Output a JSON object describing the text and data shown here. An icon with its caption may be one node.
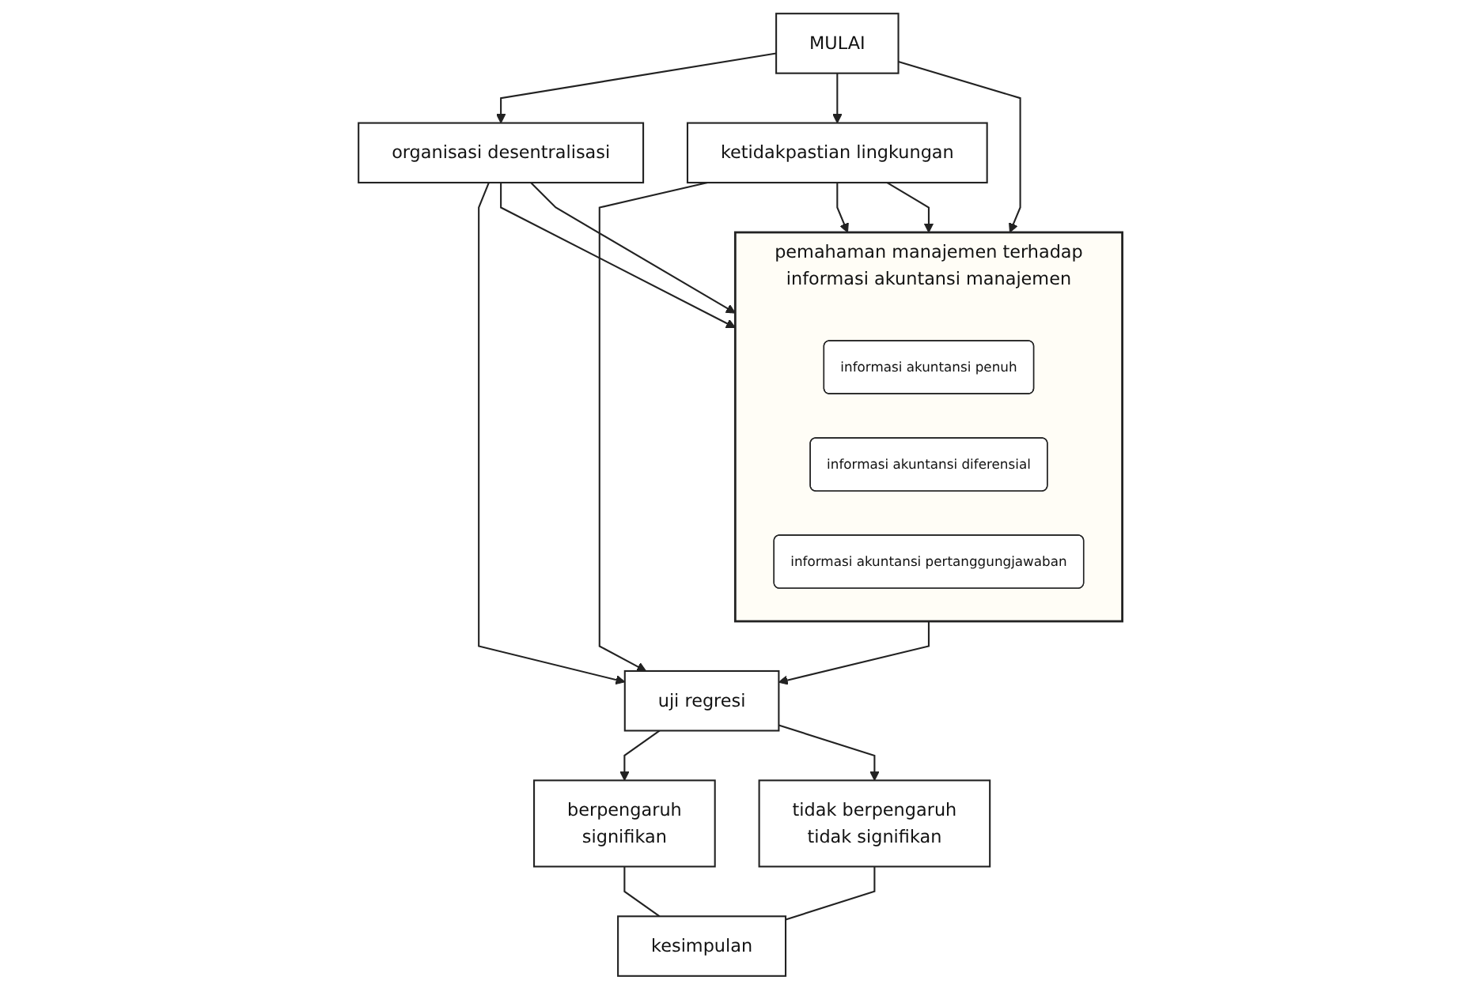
{
  "diagram": {
    "nodes": [
      {
        "text": [
          "MULAI"
        ]
      },
      {
        "text": [
          "organisasi desentralisasi"
        ]
      },
      {
        "text": [
          "ketidakpastian lingkungan"
        ]
      },
      {
        "text": [
          "pemahaman manajemen terhadap informasi akuntansi manajemen"
        ]
      },
      {
        "text": [
          "informasi akuntansi penuh"
        ],
        "in": 3
      },
      {
        "text": [
          "informasi akuntansi diferensial"
        ],
        "in": 3
      },
      {
        "text": [
          "informasi akuntansi pertanggungjawaban"
        ],
        "in": 3
      },
      {
        "text": [
          "uji regresi"
        ]
      },
      {
        "text": [
          "berpengaruh",
          "signifikan"
        ]
      },
      {
        "text": [
          "tidak berpengaruh",
          "tidak signifikan"
        ]
      },
      {
        "text": [
          "kesimpulan"
        ]
      }
    ],
    "edges": [
      {
        "from": 0,
        "to": 1,
        "arrow": "to"
      },
      {
        "from": 0,
        "to": 2,
        "arrow": "to"
      },
      {
        "from": 0,
        "to": 3,
        "arrow": "to"
      },
      {
        "from": 1,
        "to": 3,
        "arrow": "to"
      },
      {
        "from": 2,
        "to": 3,
        "arrow": "to"
      },
      {
        "from": 1,
        "to": 3,
        "arrow": "to"
      },
      {
        "from": 2,
        "to": 3,
        "arrow": "to"
      },
      {
        "from": 1,
        "to": 7,
        "arrow": "to"
      },
      {
        "from": 2,
        "to": 7,
        "arrow": "to"
      },
      {
        "from": 3,
        "to": 7,
        "arrow": "to"
      },
      {
        "from": 7,
        "to": 8,
        "arrow": "to"
      },
      {
        "from": 7,
        "to": 9,
        "arrow": "to"
      },
      {
        "from": 8,
        "to": 10,
        "arrow": "none"
      },
      {
        "from": 9,
        "to": 10,
        "arrow": "none"
      }
    ]
  }
}
